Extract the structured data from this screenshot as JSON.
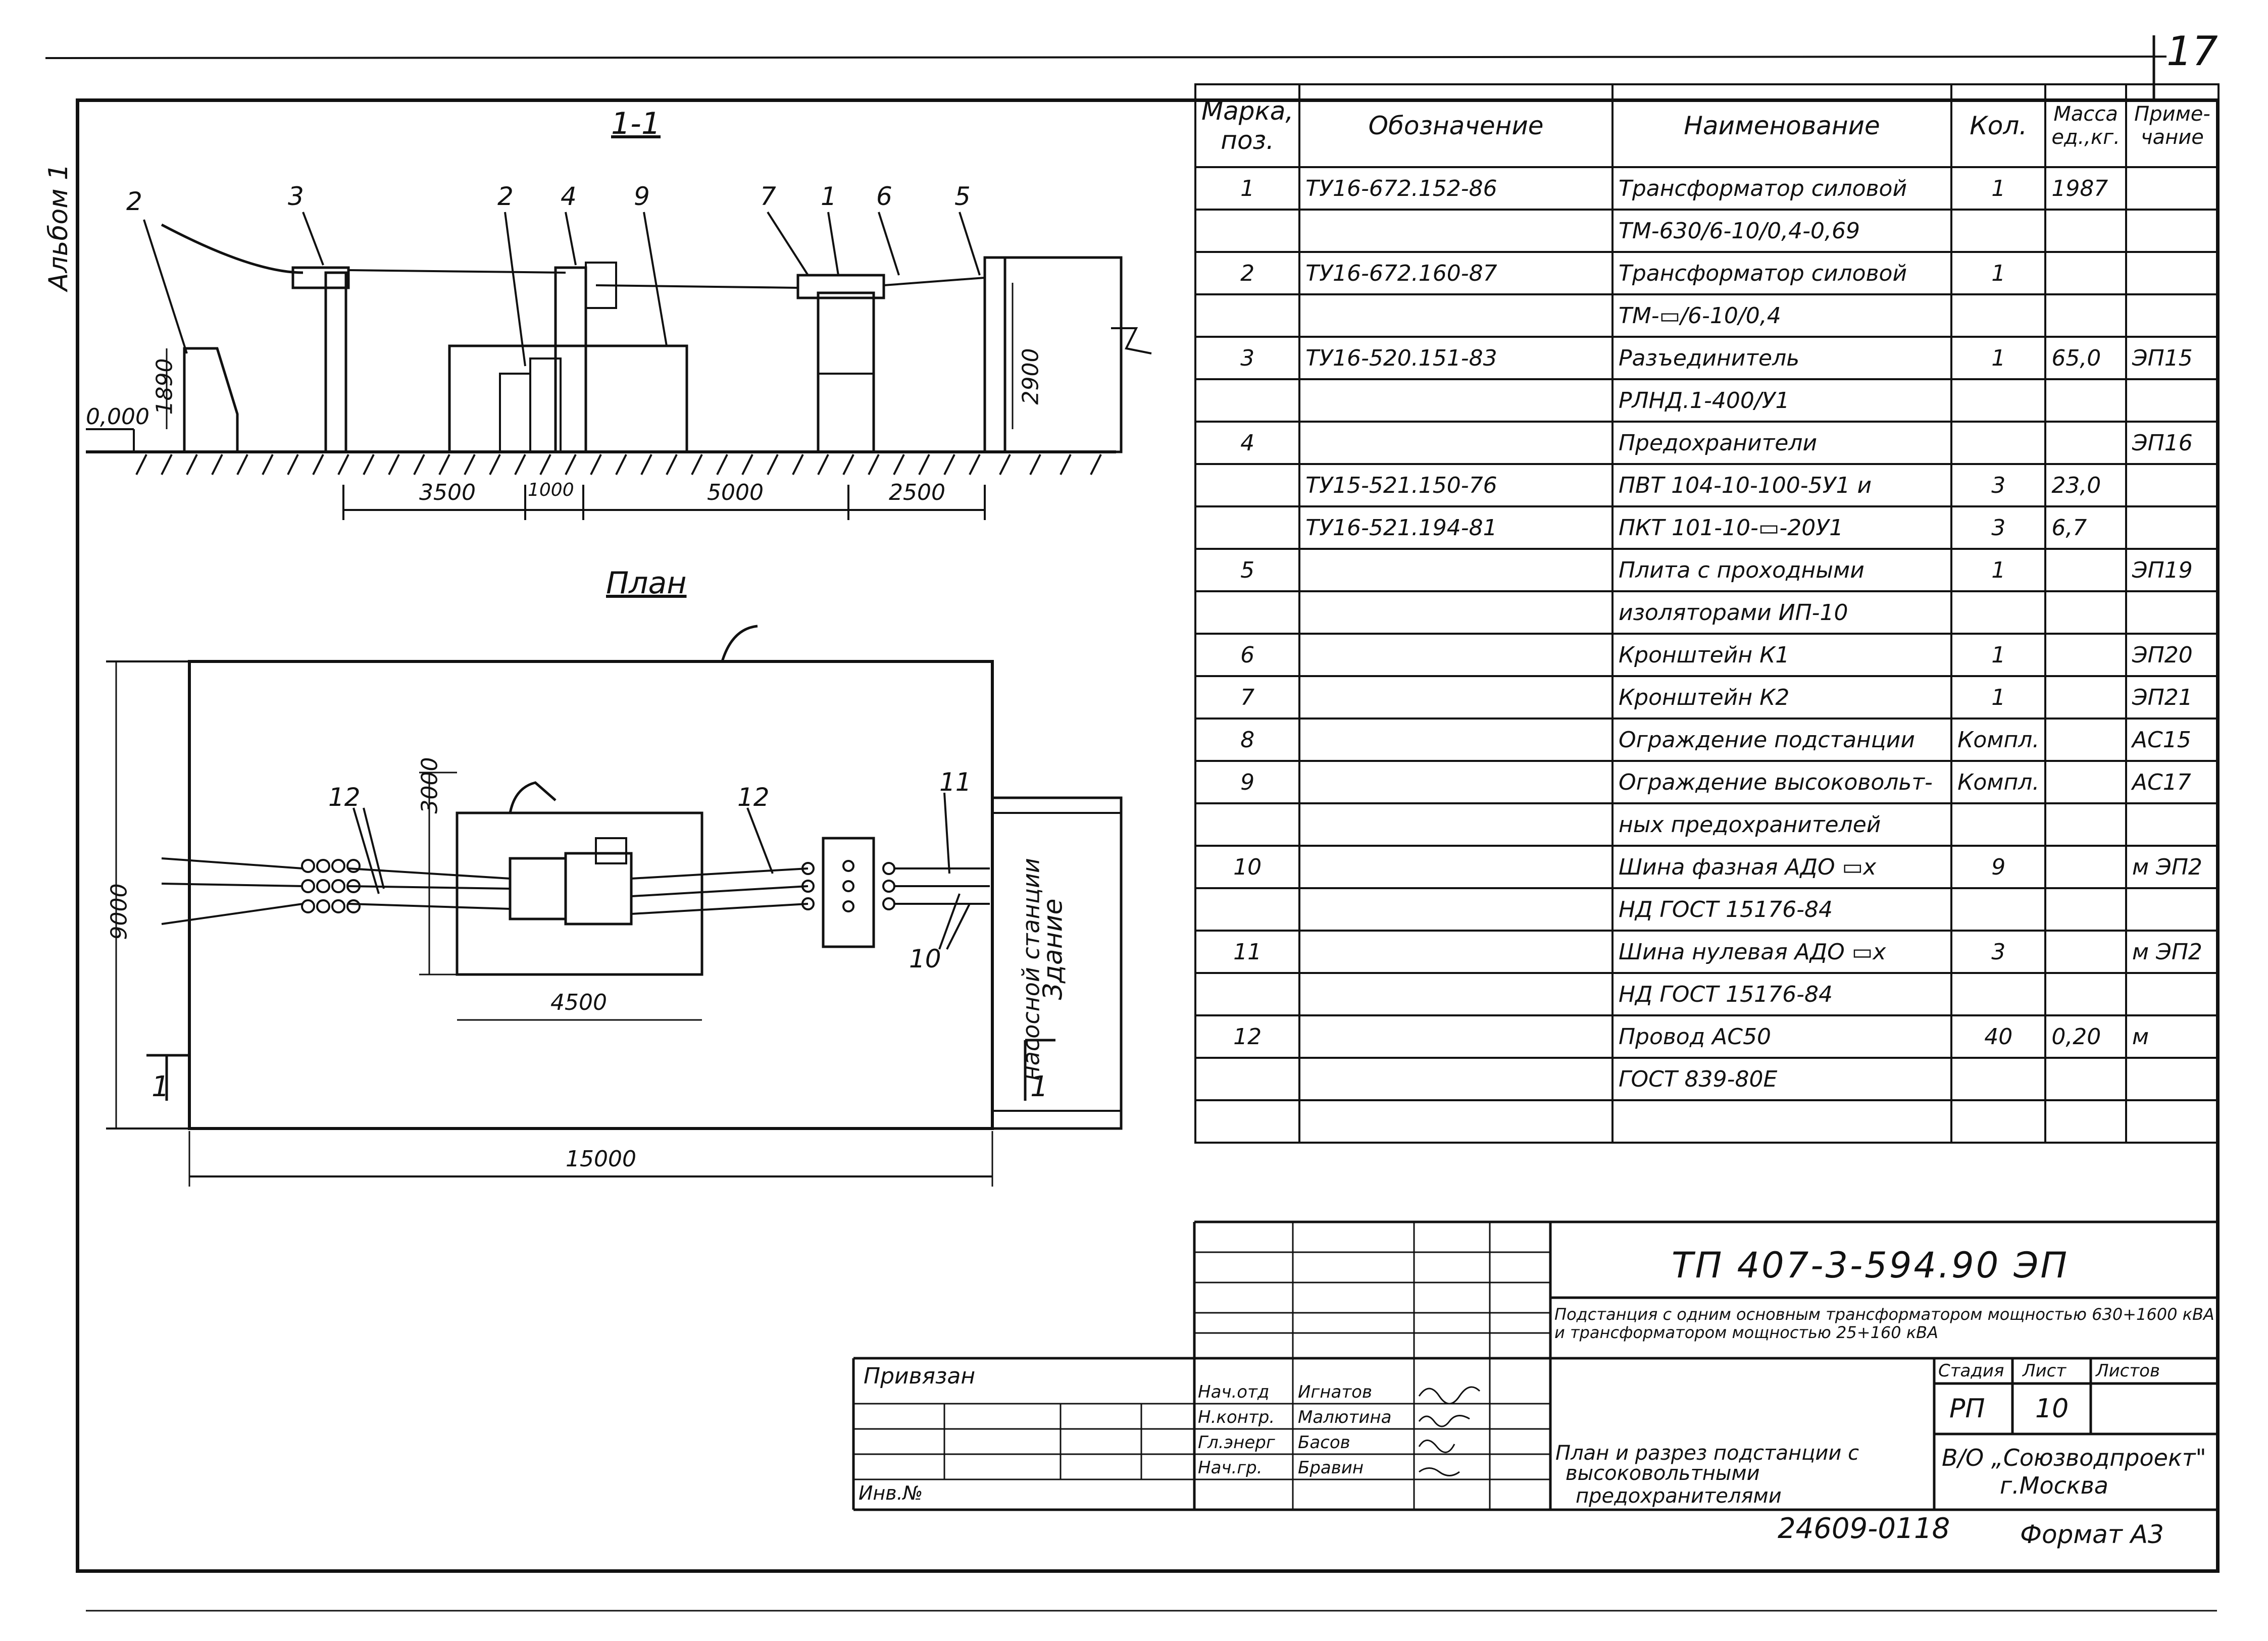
{
  "page": {
    "sheet_number": "17",
    "album_label": "Альбом 1"
  },
  "section": {
    "title": "1-1",
    "callouts": [
      "2",
      "3",
      "2",
      "4",
      "9",
      "7",
      "1",
      "6",
      "5"
    ],
    "elevation_zero": "0,000",
    "height_1890": "1890",
    "height_2900": "2900",
    "dims": [
      "3500",
      "1000",
      "5000",
      "2500"
    ]
  },
  "plan": {
    "title": "План",
    "dims": {
      "d3000": "3000",
      "d9000": "9000",
      "d4500": "4500",
      "d15000": "15000"
    },
    "callouts": {
      "c12a": "12",
      "c12b": "12",
      "c11": "11",
      "c10": "10"
    },
    "section_marks": [
      "1",
      "1"
    ],
    "building_label_line1": "Здание",
    "building_label_line2": "насосной станции"
  },
  "spec": {
    "headers": [
      "Марка, поз.",
      "Обозначение",
      "Наименование",
      "Кол.",
      "Масса ед.,кг.",
      "Приме-чание"
    ],
    "rows": [
      [
        "1",
        "ТУ16-672.152-86",
        "Трансформатор силовой",
        "1",
        "1987",
        ""
      ],
      [
        "",
        "",
        "ТМ-630/6-10/0,4-0,69",
        "",
        "",
        ""
      ],
      [
        "2",
        "ТУ16-672.160-87",
        "Трансформатор силовой",
        "1",
        "",
        ""
      ],
      [
        "",
        "",
        "ТМ-▭/6-10/0,4",
        "",
        "",
        ""
      ],
      [
        "3",
        "ТУ16-520.151-83",
        "Разъединитель",
        "1",
        "65,0",
        "ЭП15"
      ],
      [
        "",
        "",
        "РЛНД.1-400/У1",
        "",
        "",
        ""
      ],
      [
        "4",
        "",
        "Предохранители",
        "",
        "",
        "ЭП16"
      ],
      [
        "",
        "ТУ15-521.150-76",
        "ПВТ 104-10-100-5У1 и",
        "3",
        "23,0",
        ""
      ],
      [
        "",
        "ТУ16-521.194-81",
        "ПКТ 101-10-▭-20У1",
        "3",
        "6,7",
        ""
      ],
      [
        "5",
        "",
        "Плита с проходными",
        "1",
        "",
        "ЭП19"
      ],
      [
        "",
        "",
        "изоляторами ИП-10",
        "",
        "",
        ""
      ],
      [
        "6",
        "",
        "Кронштейн К1",
        "1",
        "",
        "ЭП20"
      ],
      [
        "7",
        "",
        "Кронштейн К2",
        "1",
        "",
        "ЭП21"
      ],
      [
        "8",
        "",
        "Ограждение подстанции",
        "Компл.",
        "",
        "АС15"
      ],
      [
        "9",
        "",
        "Ограждение высоковольт-",
        "Компл.",
        "",
        "АС17"
      ],
      [
        "",
        "",
        "ных предохранителей",
        "",
        "",
        ""
      ],
      [
        "10",
        "",
        "Шина фазная АДО ▭x",
        "9",
        "",
        "м ЭП2"
      ],
      [
        "",
        "",
        "НД ГОСТ 15176-84",
        "",
        "",
        ""
      ],
      [
        "11",
        "",
        "Шина нулевая АДО ▭x",
        "3",
        "",
        "м ЭП2"
      ],
      [
        "",
        "",
        "НД ГОСТ 15176-84",
        "",
        "",
        ""
      ],
      [
        "12",
        "",
        "Провод АС50",
        "40",
        "0,20",
        "м"
      ],
      [
        "",
        "",
        "ГОСТ 839-80Е",
        "",
        "",
        ""
      ],
      [
        "",
        "",
        "",
        "",
        "",
        ""
      ]
    ]
  },
  "title_block": {
    "code": "ТП 407-3-594.90 ЭП",
    "description": "Подстанция с одним основным трансформатором мощностью 630+1600 кВА и трансформатором мощностью 25+160 кВА",
    "bound_label": "Привязан",
    "inv_label": "Инв.№",
    "roles": [
      "Нач.отд",
      "Н.контр.",
      "Гл.энерг",
      "Нач.гр."
    ],
    "names": [
      "Игнатов",
      "Малютина",
      "Басов",
      "Бравин"
    ],
    "sheet_title_line1": "План и разрез подстанции с",
    "sheet_title_line2": "высоковольтными",
    "sheet_title_line3": "предохранителями",
    "stage_header": "Стадия",
    "sheet_header": "Лист",
    "sheets_header": "Листов",
    "stage": "РП",
    "sheet": "10",
    "org_line1": "В/О „Союзводпроект\"",
    "org_line2": "г.Москва",
    "archive_no": "24609-01",
    "archive_page": "18",
    "format": "Формат А3"
  }
}
